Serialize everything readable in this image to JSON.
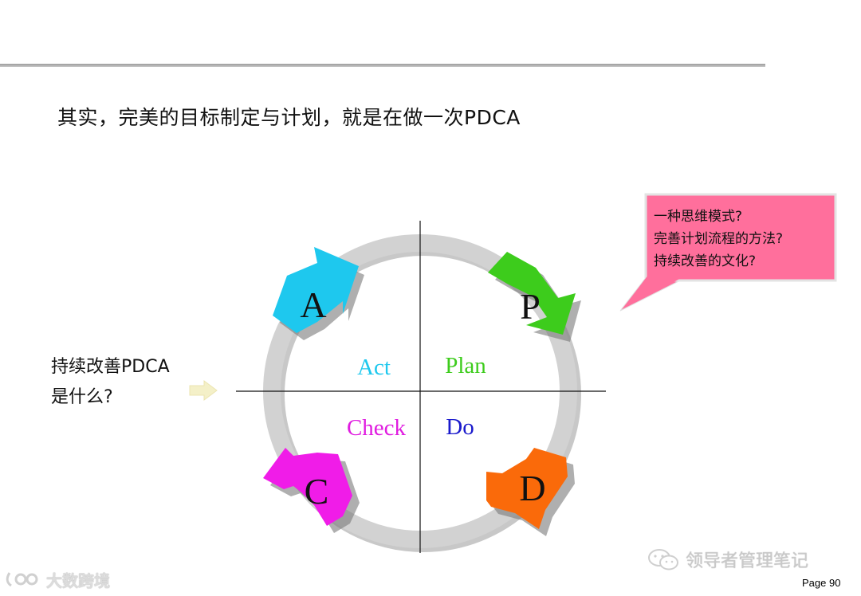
{
  "title": "其实，完美的目标制定与计划，就是在做一次PDCA",
  "side_question": [
    "持续改善PDCA",
    "是什么?"
  ],
  "callout_lines": [
    "一种思维模式?",
    "完善计划流程的方法?",
    "持续改善的文化?"
  ],
  "cycle": {
    "letters": {
      "a": "A",
      "p": "P",
      "c": "C",
      "d": "D"
    },
    "quadrants": {
      "act": "Act",
      "plan": "Plan",
      "check": "Check",
      "do": "Do"
    }
  },
  "watermark_right": "领导者管理笔记",
  "watermark_left": "大数跨境",
  "page_label": "Page 90",
  "colors": {
    "a": "#1ec8ee",
    "p": "#3dcc1c",
    "c": "#f01ce8",
    "d": "#fa6a0a",
    "act_text": "#1ec8ee",
    "plan_text": "#3dcc1c",
    "check_text": "#e01ce0",
    "do_text": "#1a1acc",
    "callout": "#ff6f9c",
    "ring": "#d2d2d2"
  },
  "icons": [
    "wechat-icon",
    "chevron-right-icon"
  ]
}
